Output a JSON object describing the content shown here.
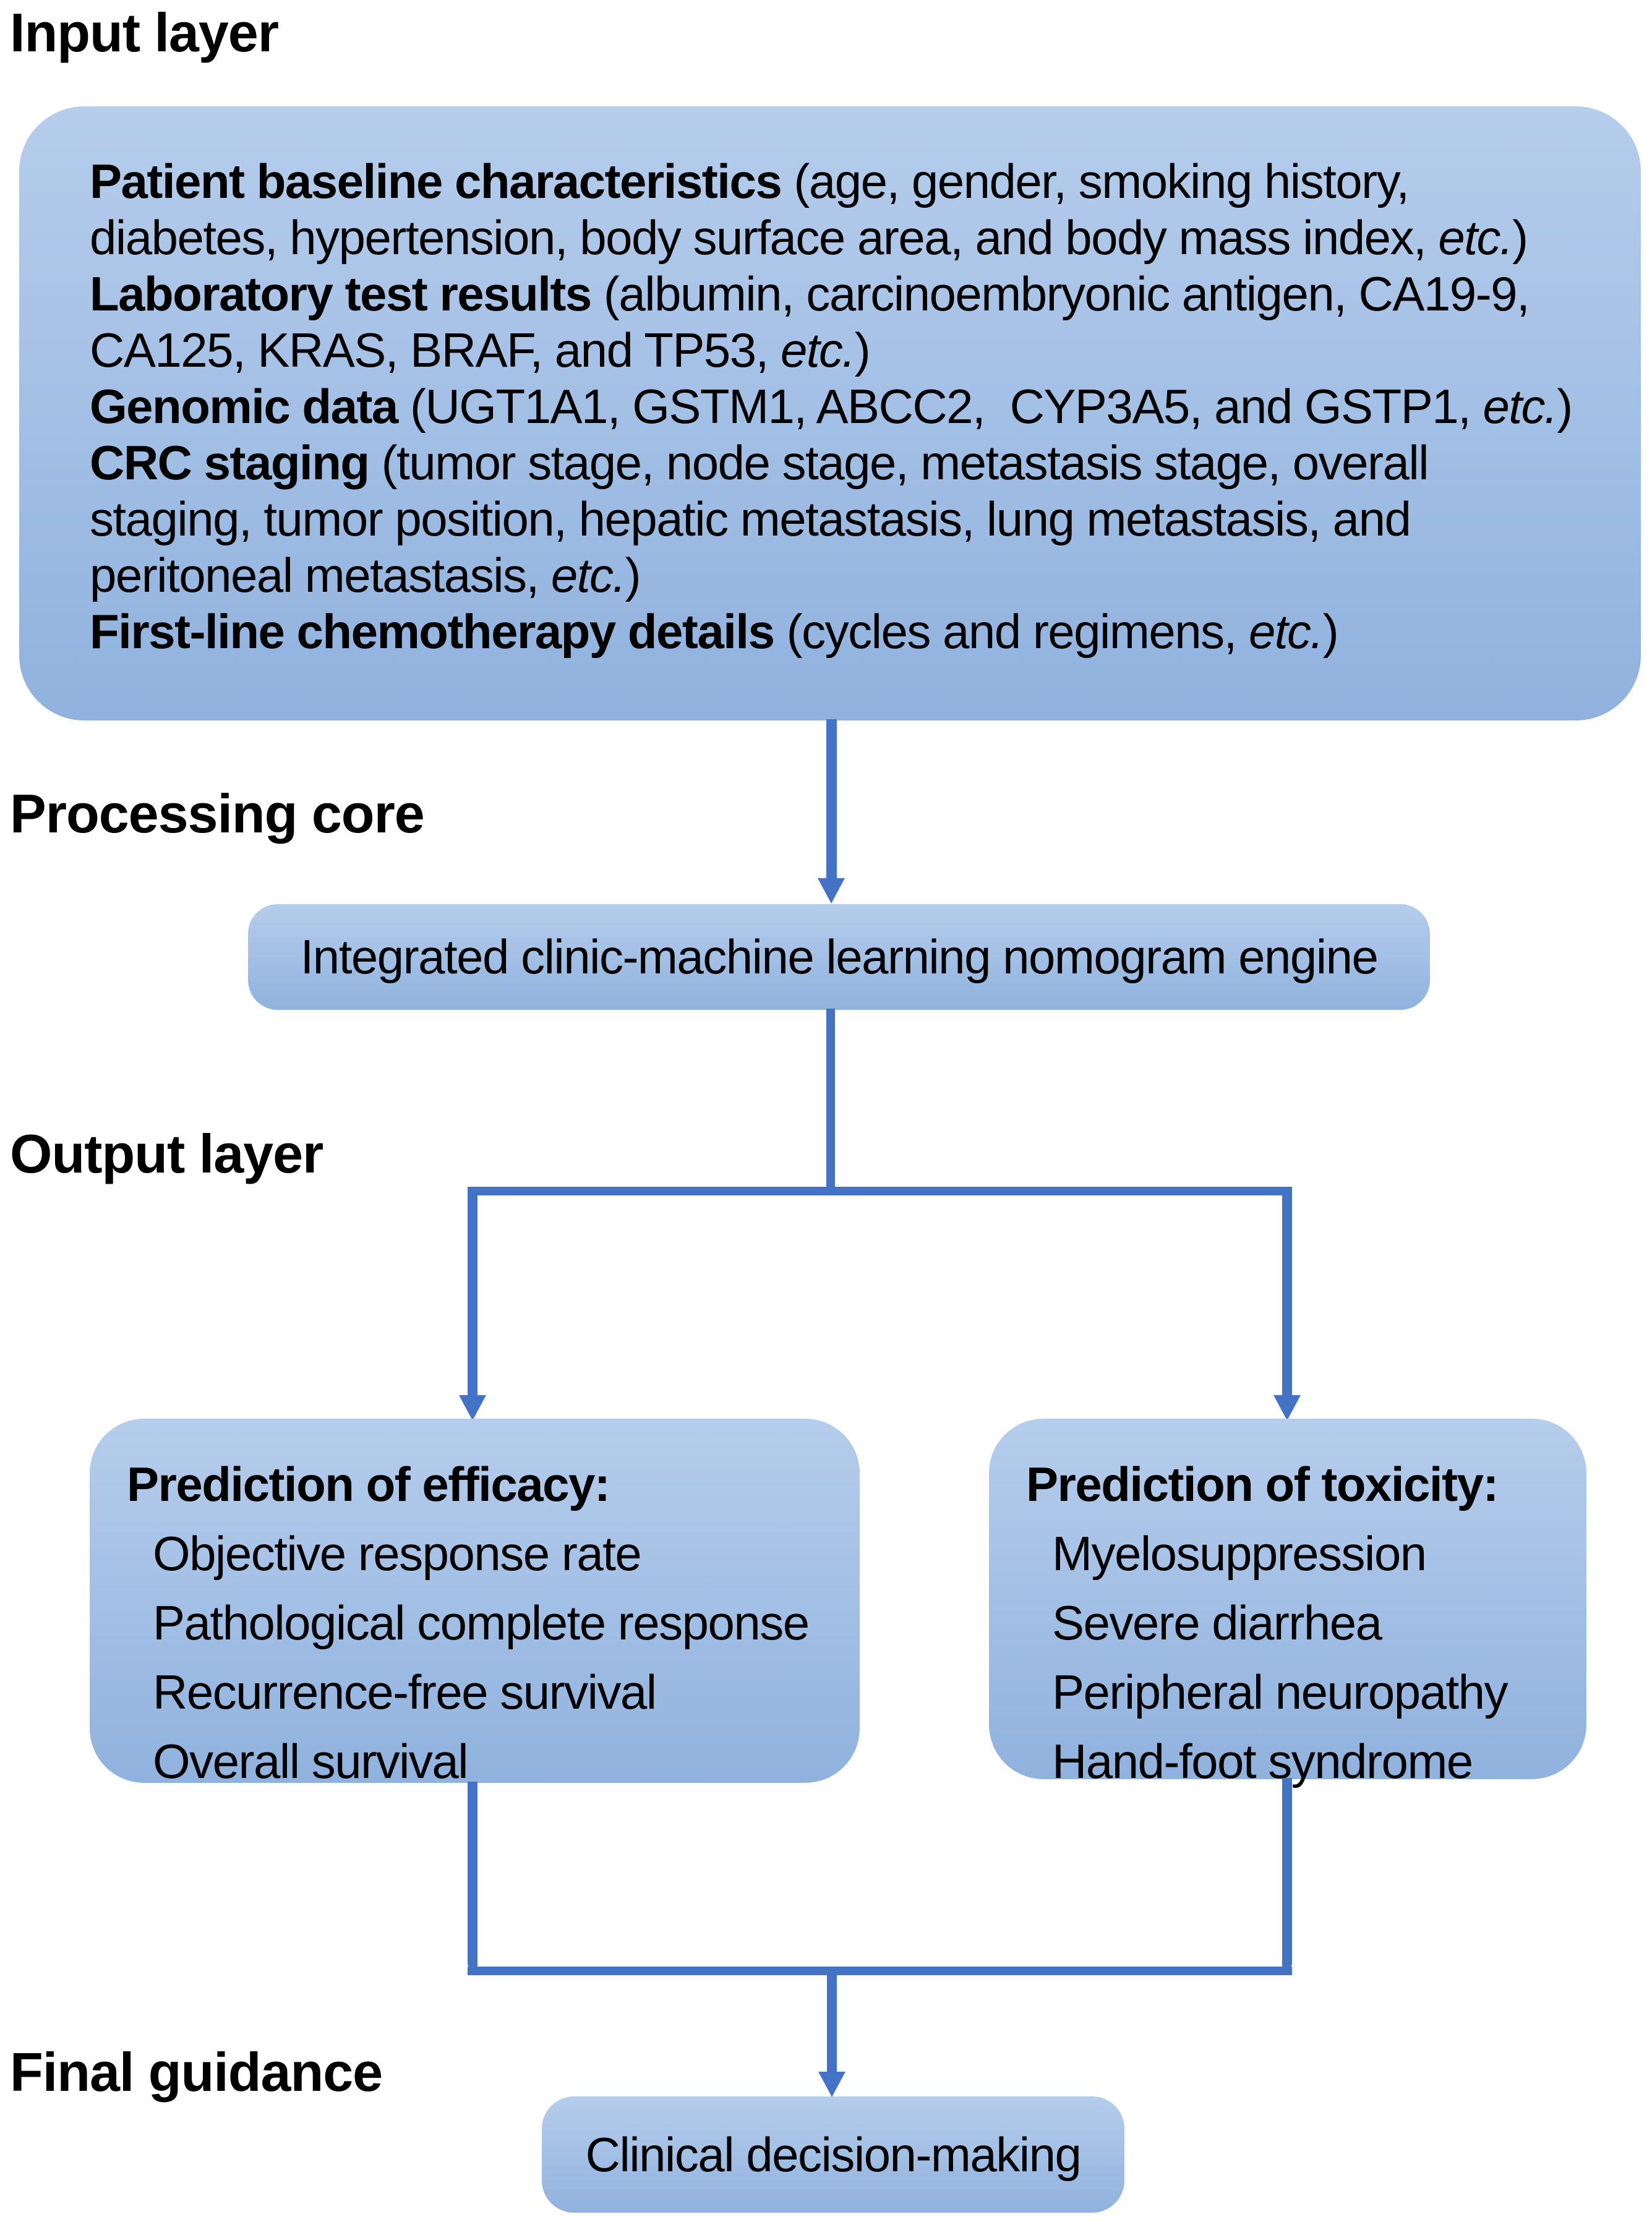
{
  "colors": {
    "background": "#ffffff",
    "arrow_blue": "#4472c4",
    "box_gradient_top": "#b6cdec",
    "box_gradient_bottom": "#90b2de",
    "text": "#000000"
  },
  "headings": {
    "input": "Input layer",
    "processing": "Processing core",
    "output": "Output layer",
    "final": "Final guidance"
  },
  "input_box": {
    "entries": [
      [
        {
          "t": "Patient baseline characteristics",
          "b": true
        },
        {
          "t": " (age, gender, smoking history,"
        },
        {
          "br": true
        },
        {
          "t": "diabetes, hypertension, body surface area, and body mass index, "
        },
        {
          "t": "etc.",
          "i": true
        },
        {
          "t": ")"
        }
      ],
      [
        {
          "t": "Laboratory test results",
          "b": true
        },
        {
          "t": " (albumin, carcinoembryonic antigen, CA19-9,"
        },
        {
          "br": true
        },
        {
          "t": "CA125, KRAS, BRAF, and TP53, "
        },
        {
          "t": "etc.",
          "i": true
        },
        {
          "t": ")"
        }
      ],
      [
        {
          "t": "Genomic data",
          "b": true
        },
        {
          "t": " (UGT1A1, GSTM1, ABCC2,  CYP3A5, and GSTP1, "
        },
        {
          "t": "etc.",
          "i": true
        },
        {
          "t": ")"
        }
      ],
      [
        {
          "t": "CRC staging",
          "b": true
        },
        {
          "t": " (tumor stage, node stage, metastasis stage, overall"
        },
        {
          "br": true
        },
        {
          "t": "staging, tumor position, hepatic metastasis, lung metastasis, and"
        },
        {
          "br": true
        },
        {
          "t": "peritoneal metastasis, "
        },
        {
          "t": "etc.",
          "i": true
        },
        {
          "t": ")"
        }
      ],
      [
        {
          "t": "First-line chemotherapy details",
          "b": true
        },
        {
          "t": " (cycles and regimens, "
        },
        {
          "t": "etc.",
          "i": true
        },
        {
          "t": ")"
        }
      ]
    ]
  },
  "processing": {
    "engine_label": "Integrated clinic-machine learning nomogram engine"
  },
  "output": {
    "efficacy": {
      "title": "Prediction of efficacy:",
      "items": [
        "Objective response rate",
        "Pathological complete response",
        "Recurrence-free survival",
        "Overall survival"
      ]
    },
    "toxicity": {
      "title": "Prediction of toxicity:",
      "items": [
        "Myelosuppression",
        "Severe diarrhea",
        "Peripheral neuropathy",
        "Hand-foot syndrome"
      ]
    }
  },
  "final": {
    "box_label": "Clinical decision-making"
  }
}
